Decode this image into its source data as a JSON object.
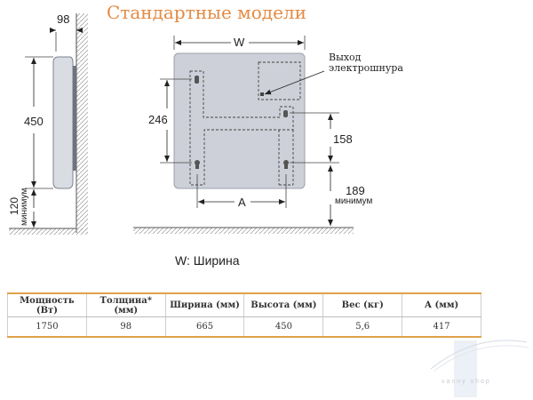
{
  "title": "Стандартные модели",
  "dimensions": {
    "depth": "98",
    "height_side": "450",
    "floor_side": "120",
    "floor_side_sub": "минимум",
    "width_label": "W",
    "height_holes": "246",
    "height_lower": "158",
    "floor_front": "189",
    "floor_front_sub": "минимум",
    "spacing_label": "A",
    "cord_label_line1": "Выход",
    "cord_label_line2": "электрошнура"
  },
  "caption": "W: Ширина",
  "table": {
    "headers": [
      "Мощность (Вт)",
      "Толщина* (мм)",
      "Ширина (мм)",
      "Высота (мм)",
      "Вес (кг)",
      "А (мм)"
    ],
    "rows": [
      [
        "1750",
        "98",
        "665",
        "450",
        "5,6",
        "417"
      ]
    ]
  },
  "watermark": "vanny shop"
}
